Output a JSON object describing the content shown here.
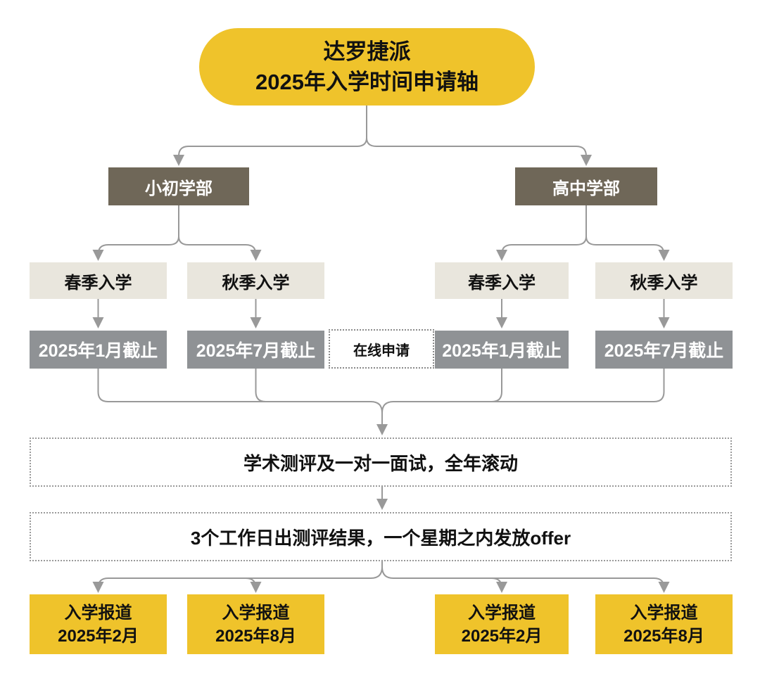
{
  "title": {
    "line1": "达罗捷派",
    "line2": "2025年入学时间申请轴"
  },
  "divisions": [
    {
      "label": "小初学部"
    },
    {
      "label": "高中学部"
    }
  ],
  "terms": [
    {
      "label": "春季入学"
    },
    {
      "label": "秋季入学"
    },
    {
      "label": "春季入学"
    },
    {
      "label": "秋季入学"
    }
  ],
  "deadlines": [
    {
      "label": "2025年1月截止"
    },
    {
      "label": "2025年7月截止"
    },
    {
      "label": "2025年1月截止"
    },
    {
      "label": "2025年7月截止"
    }
  ],
  "online_application": {
    "label": "在线申请"
  },
  "steps": [
    {
      "label": "学术测评及一对一面试，全年滚动"
    },
    {
      "label": "3个工作日出测评结果，一个星期之内发放offer"
    }
  ],
  "enrollment": [
    {
      "line1": "入学报道",
      "line2": "2025年2月"
    },
    {
      "line1": "入学报道",
      "line2": "2025年8月"
    },
    {
      "line1": "入学报道",
      "line2": "2025年2月"
    },
    {
      "line1": "入学报道",
      "line2": "2025年8月"
    }
  ],
  "colors": {
    "accent_yellow": "#EFC32B",
    "division_brown": "#6F6758",
    "term_beige": "#E9E6DD",
    "deadline_gray": "#8F9295",
    "connector_gray": "#999999",
    "dotted_border_gray": "#9A9A9A",
    "text_black": "#111111",
    "text_white": "#FFFFFF"
  }
}
